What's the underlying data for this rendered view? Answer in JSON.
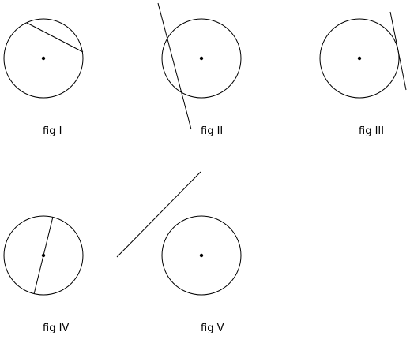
{
  "figures": [
    {
      "label": "fig I",
      "line_kind": "chord"
    },
    {
      "label": "fig II",
      "line_kind": "secant"
    },
    {
      "label": "fig III",
      "line_kind": "tangent"
    },
    {
      "label": "fig IV",
      "line_kind": "diameter"
    },
    {
      "label": "fig V",
      "line_kind": "non-intersecting"
    }
  ],
  "colors": {
    "stroke": "#000000",
    "background": "#ffffff"
  }
}
